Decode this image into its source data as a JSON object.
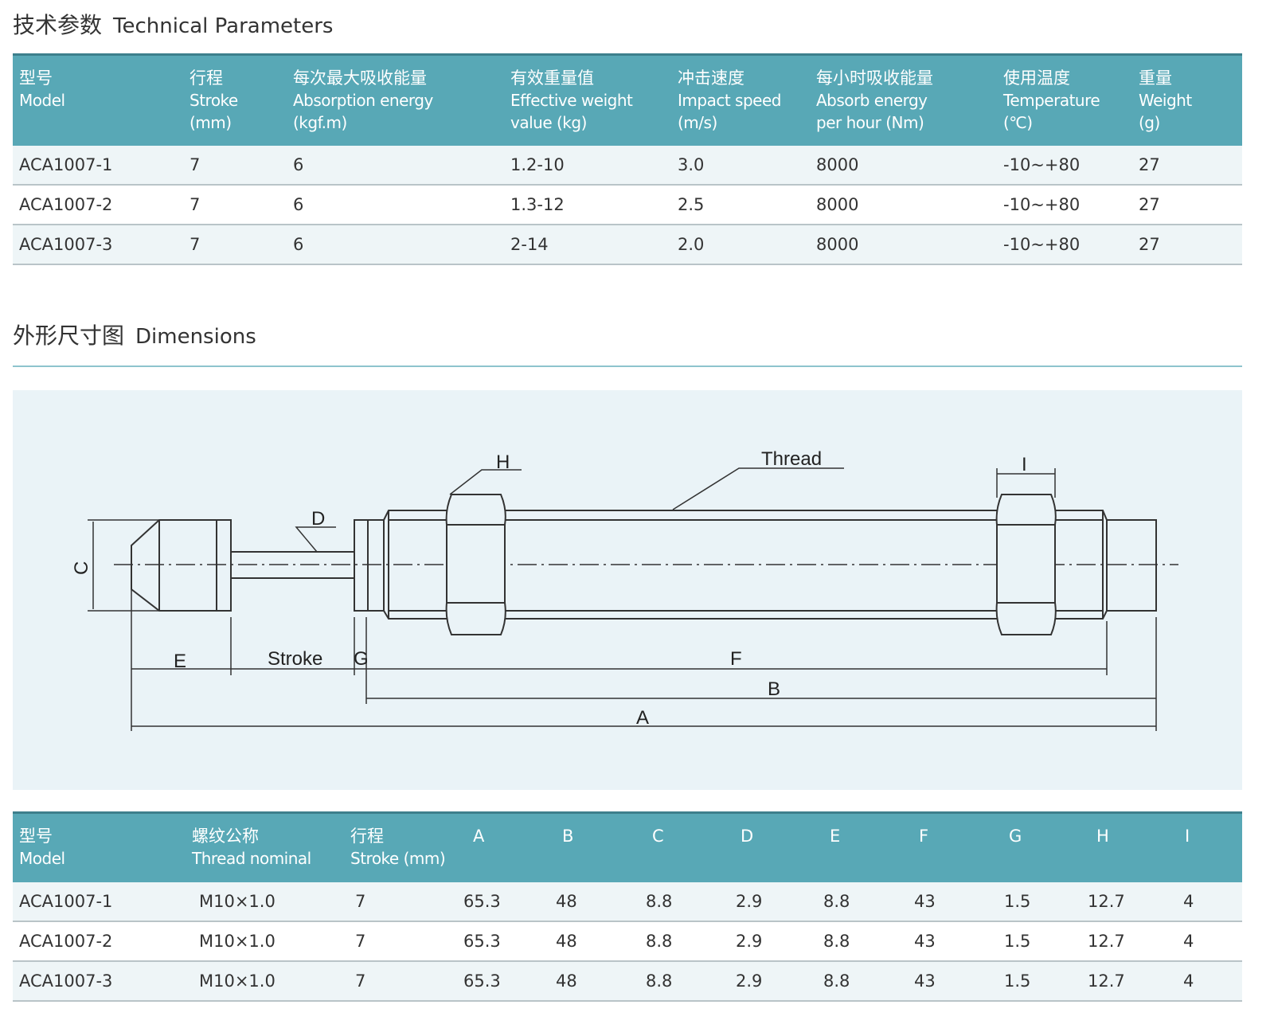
{
  "section1": {
    "title_cn": "技术参数",
    "title_en": "Technical Parameters"
  },
  "table1": {
    "headers": [
      {
        "cn": "型号",
        "en1": "Model",
        "en2": ""
      },
      {
        "cn": "行程",
        "en1": "Stroke",
        "en2": "(mm)"
      },
      {
        "cn": "每次最大吸收能量",
        "en1": "Absorption energy",
        "en2": "(kgf.m)"
      },
      {
        "cn": "有效重量值",
        "en1": "Effective weight",
        "en2": "value (kg)"
      },
      {
        "cn": "冲击速度",
        "en1": "Impact speed",
        "en2": "(m/s)"
      },
      {
        "cn": "每小时吸收能量",
        "en1": "Absorb energy",
        "en2": "per hour (Nm)"
      },
      {
        "cn": "使用温度",
        "en1": "Temperature",
        "en2": "(℃)"
      },
      {
        "cn": "重量",
        "en1": "Weight",
        "en2": "(g)"
      }
    ],
    "rows": [
      [
        "ACA1007-1",
        "7",
        "6",
        "1.2-10",
        "3.0",
        "8000",
        "-10~+80",
        "27"
      ],
      [
        "ACA1007-2",
        "7",
        "6",
        "1.3-12",
        "2.5",
        "8000",
        "-10~+80",
        "27"
      ],
      [
        "ACA1007-3",
        "7",
        "6",
        "2-14",
        "2.0",
        "8000",
        "-10~+80",
        "27"
      ]
    ]
  },
  "section2": {
    "title_cn": "外形尺寸图",
    "title_en": "Dimensions"
  },
  "diagram": {
    "labels": {
      "H": "H",
      "thread": "Thread",
      "I": "I",
      "D": "D",
      "C": "C",
      "E": "E",
      "stroke": "Stroke",
      "G": "G",
      "F": "F",
      "B": "B",
      "A": "A"
    }
  },
  "table2": {
    "headers": [
      {
        "cn": "型号",
        "en": "Model"
      },
      {
        "cn": "螺纹公称",
        "en": "Thread nominal"
      },
      {
        "cn": "行程",
        "en": "Stroke (mm)"
      },
      {
        "cn": "A"
      },
      {
        "cn": "B"
      },
      {
        "cn": "C"
      },
      {
        "cn": "D"
      },
      {
        "cn": "E"
      },
      {
        "cn": "F"
      },
      {
        "cn": "G"
      },
      {
        "cn": "H"
      },
      {
        "cn": "I"
      }
    ],
    "rows": [
      [
        "ACA1007-1",
        "M10×1.0",
        "7",
        "65.3",
        "48",
        "8.8",
        "2.9",
        "8.8",
        "43",
        "1.5",
        "12.7",
        "4"
      ],
      [
        "ACA1007-2",
        "M10×1.0",
        "7",
        "65.3",
        "48",
        "8.8",
        "2.9",
        "8.8",
        "43",
        "1.5",
        "12.7",
        "4"
      ],
      [
        "ACA1007-3",
        "M10×1.0",
        "7",
        "65.3",
        "48",
        "8.8",
        "2.9",
        "8.8",
        "43",
        "1.5",
        "12.7",
        "4"
      ]
    ]
  },
  "colors": {
    "header": "#58a8b6",
    "panel": "#eaf3f7"
  }
}
